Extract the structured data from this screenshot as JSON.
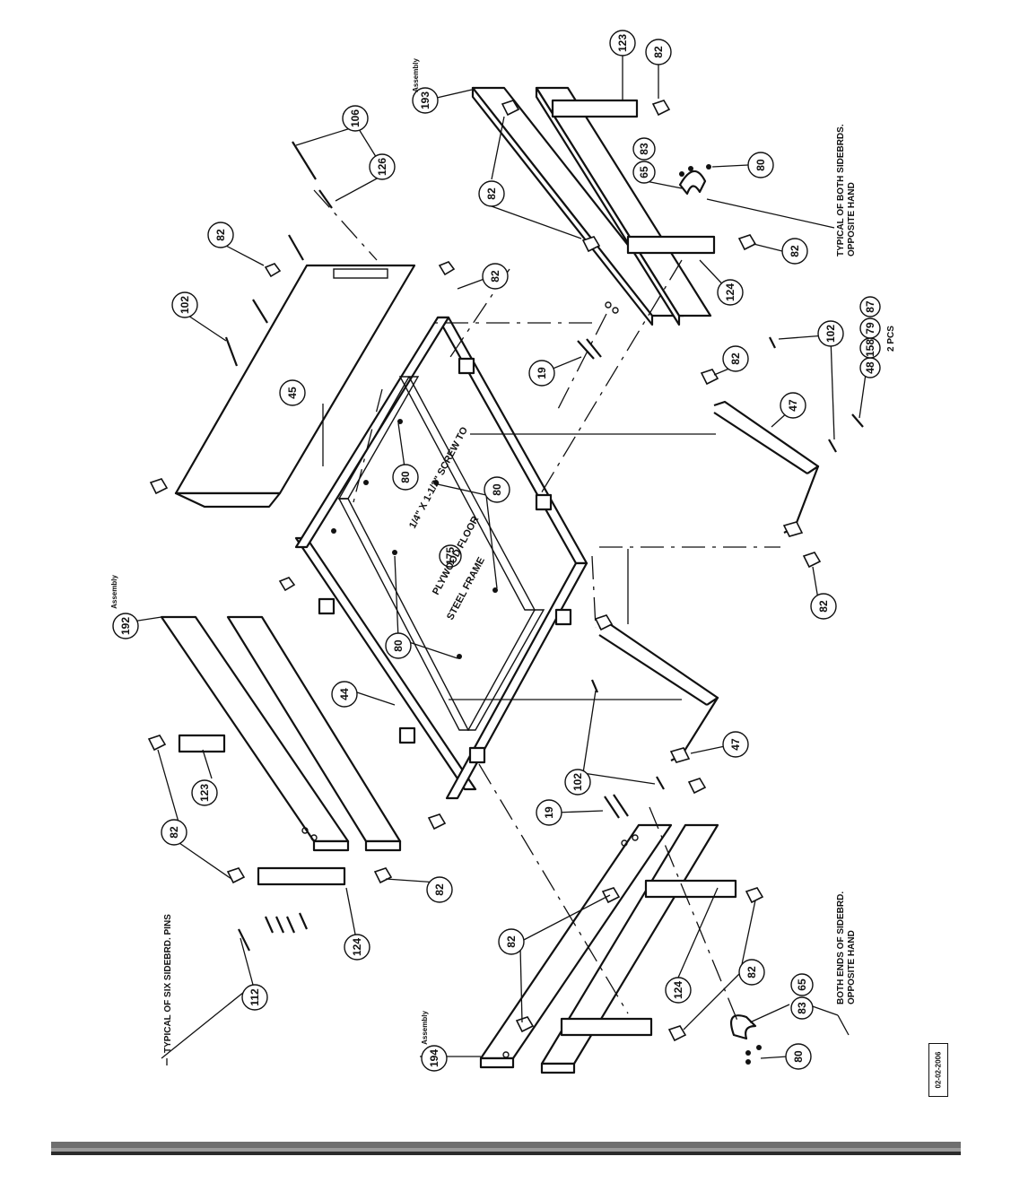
{
  "diagram": {
    "notes": {
      "typical_six_pins": "TYPICAL OF SIX SIDEBRD. PINS",
      "both_ends": [
        "BOTH ENDS OF SIDEBRD.",
        "OPPOSITE HAND"
      ],
      "typical_both": [
        "TYPICAL OF BOTH SIDEBRDS.",
        "OPPOSITE HAND"
      ],
      "pcs": "2 PCS",
      "steel_frame": "STEEL FRAME",
      "plywood_floor": "PLYWOOD FLOOR",
      "screw_spec": "1/4\" X 1-1/2\" SCREW TO"
    },
    "assemblies": {
      "a192": {
        "number": "192",
        "label": "Assembly"
      },
      "a193": {
        "number": "193",
        "label": "Assembly"
      },
      "a194": {
        "number": "194",
        "label": "Assembly"
      }
    },
    "callouts": {
      "c123a": "123",
      "c82a": "82",
      "c106": "106",
      "c126": "126",
      "c82b": "82",
      "c82c": "82",
      "c65a": "65",
      "c83a": "83",
      "c80a": "80",
      "c82d": "82",
      "c82e": "82",
      "c102a": "102",
      "c124a": "124",
      "c19a": "19",
      "c45": "45",
      "c82f": "82",
      "c102b": "102",
      "c80b": "80",
      "c80c": "80",
      "c47a": "47",
      "c48": "48",
      "c158": "158",
      "c79": "79",
      "c87": "87",
      "c175": "175",
      "c82g": "82",
      "c80d": "80",
      "c44": "44",
      "c47b": "47",
      "c123b": "123",
      "c82h": "82",
      "c102c": "102",
      "c19b": "19",
      "c82i": "82",
      "c124b": "124",
      "c82j": "82",
      "c112": "112",
      "c124c": "124",
      "c82k": "82",
      "c65b": "65",
      "c83b": "83",
      "c80e": "80"
    },
    "date_code": "02-02-2006"
  }
}
